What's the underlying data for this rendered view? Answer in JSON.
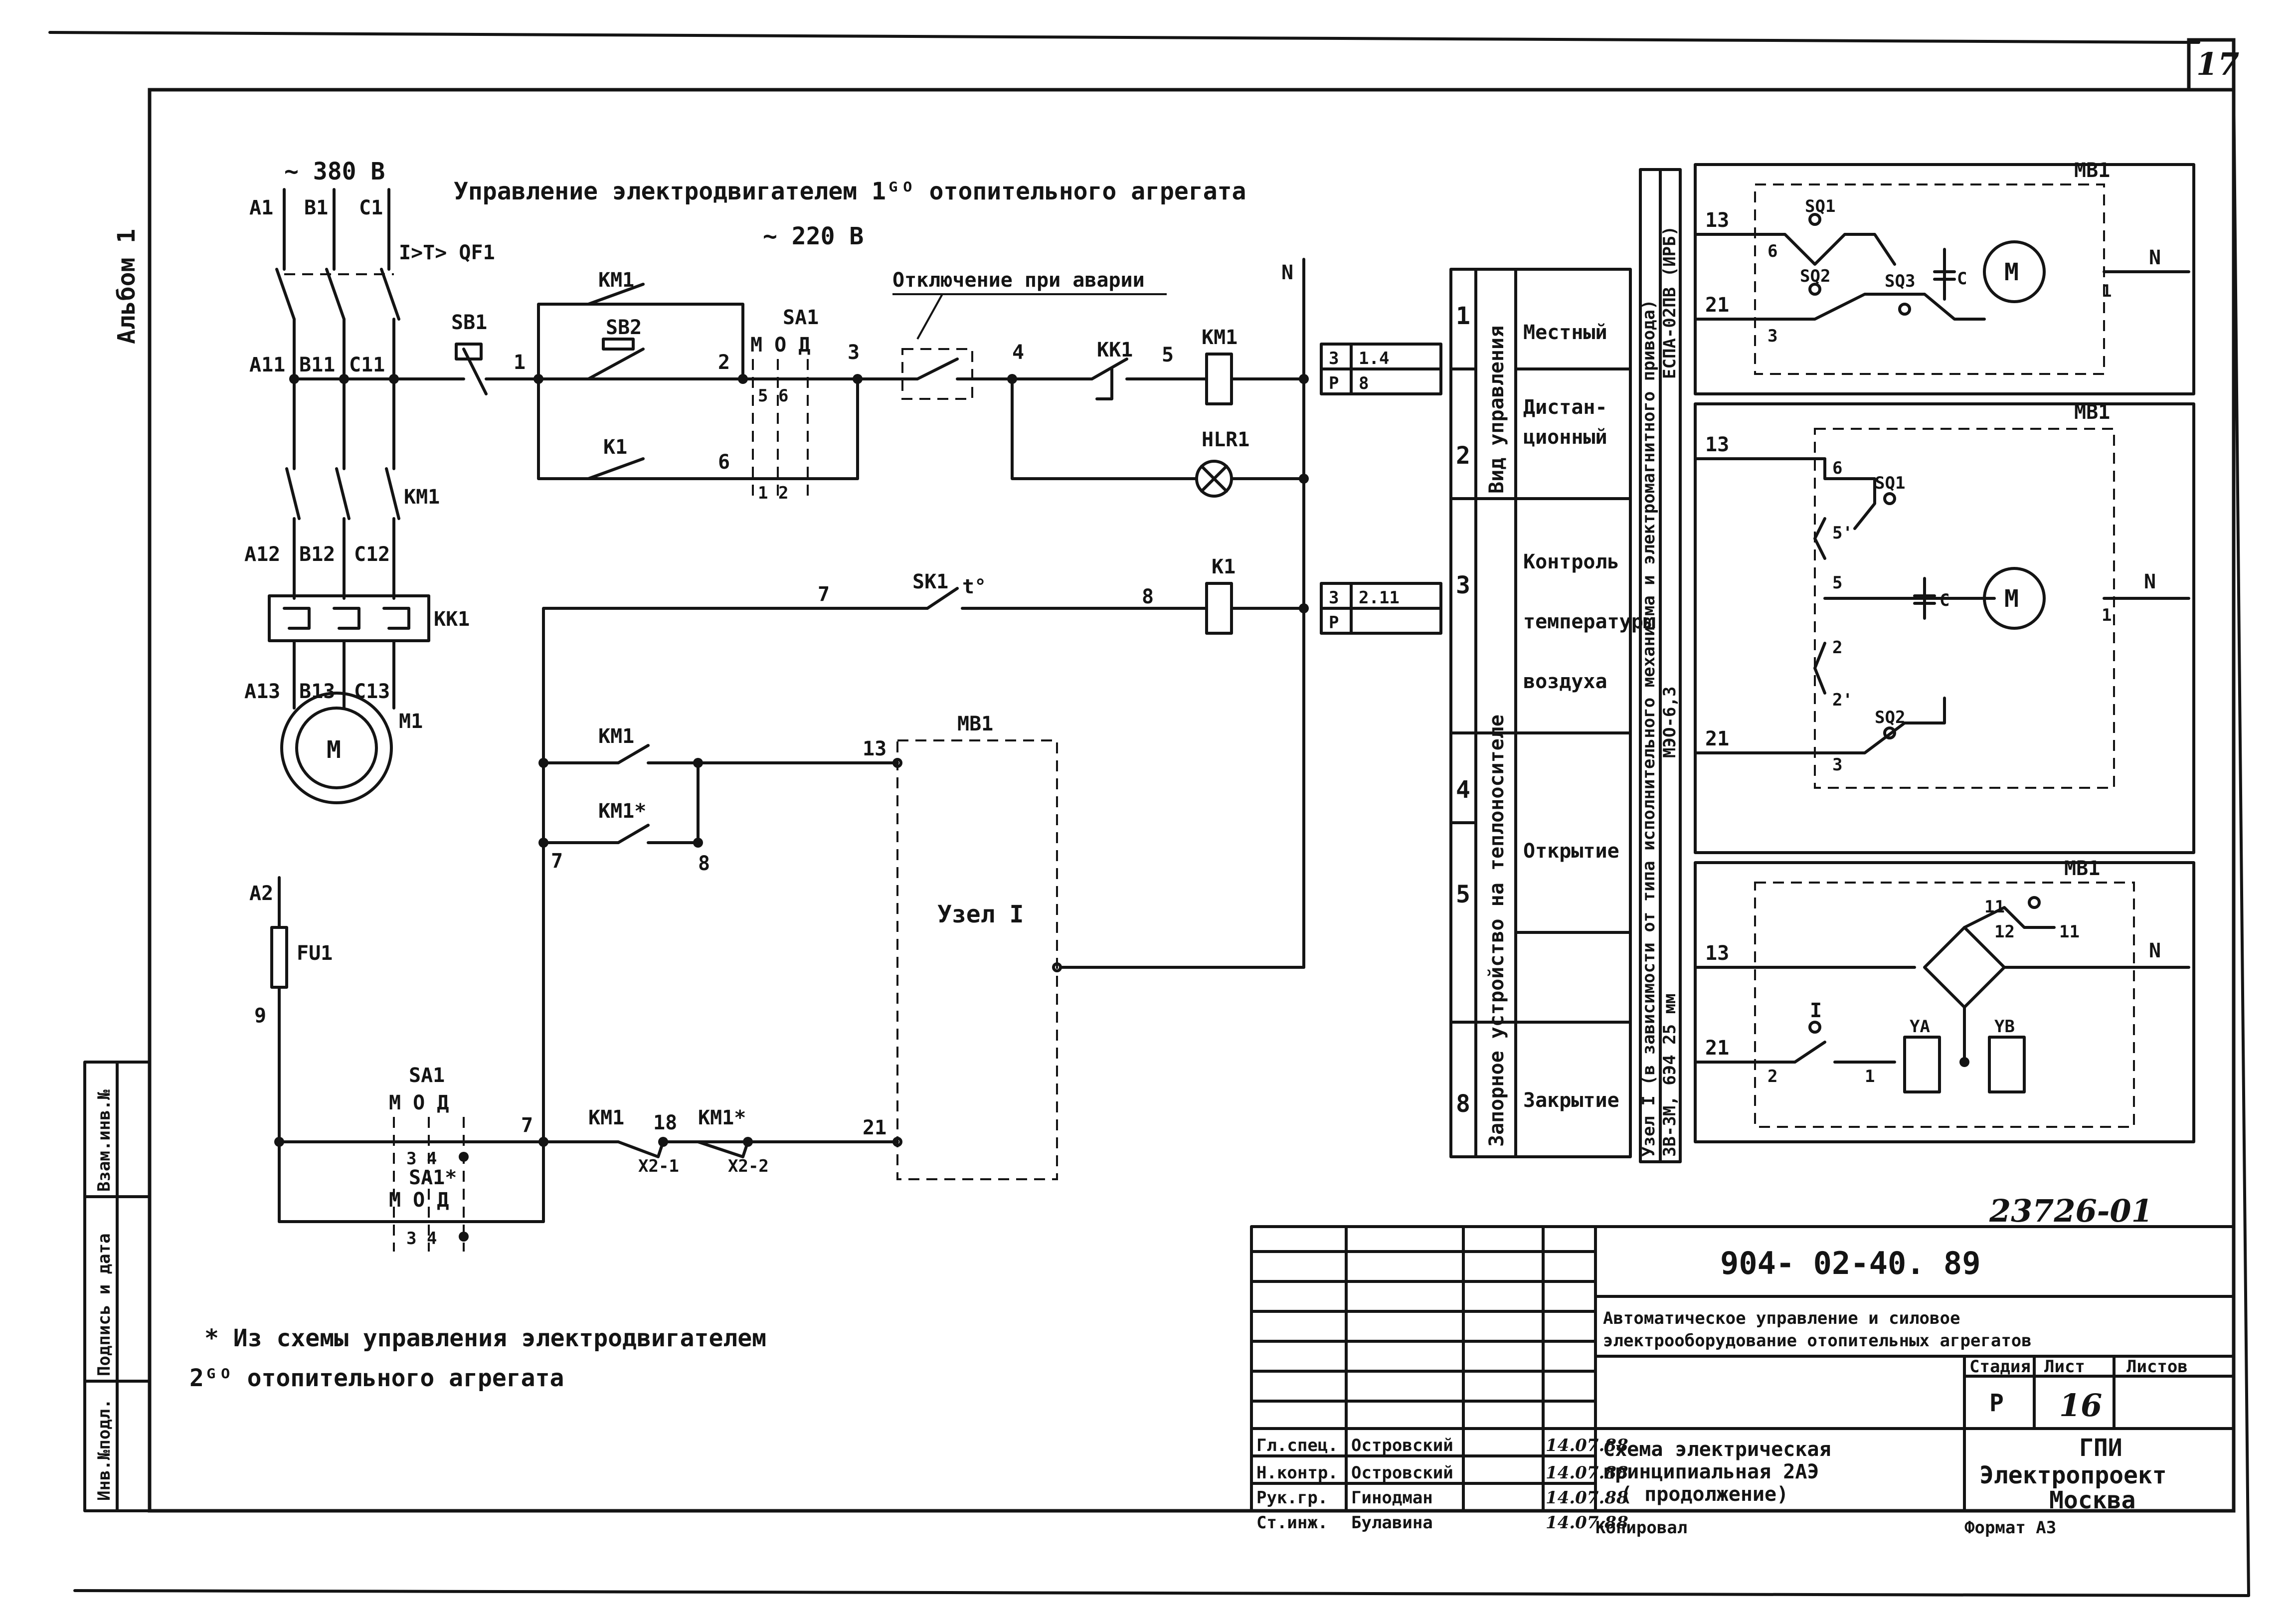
{
  "sheet": {
    "page_number": "17",
    "album_label": "Альбом 1",
    "voltage_supply": "~ 380 В",
    "voltage_control": "~ 220 В",
    "title": "Управление электродвигателем 1ᴳᴼ отопительного агрегата",
    "footnote_line1": "* Из схемы управления электродвигателем",
    "footnote_line2": "2ᴳᴼ отопительного агрегата"
  },
  "power_circuit": {
    "phases_in": [
      "А1",
      "В1",
      "С1"
    ],
    "breaker": "I>T>\nQF1",
    "phases_mid": [
      "А11",
      "В11",
      "С11"
    ],
    "contactor": "КМ1",
    "phases_12": [
      "А12",
      "В12",
      "С12"
    ],
    "thermal_relay": "КК1",
    "phases_13": [
      "А13",
      "В13",
      "С13"
    ],
    "motor": "М",
    "motor_label": "М1",
    "fuse_in": "А2",
    "fuse": "FU1",
    "fuse_out": "9"
  },
  "control_circuit": {
    "sb1": "SB1",
    "sb2": "SB2",
    "km1_top": "КМ1",
    "k1_contact": "К1",
    "sa1": "SA1",
    "sa1_positions": "М О Д",
    "sa1_contacts_top": "5 6",
    "sa1_contacts_bottom": "1 2",
    "emergency_label": "Отключение при аварии",
    "kk1": "КК1",
    "km1_coil": "КМ1",
    "hlr1": "HLR1",
    "n_label": "N",
    "sk1": "SK1",
    "t_symbol": "t°",
    "k1_coil": "К1",
    "km1_contact2": "КМ1",
    "km1_star_contact": "КМ1*",
    "mb1": "МВ1",
    "node": "Узел I",
    "sa1_lower": "SA1",
    "sa1_lower_positions": "М О Д",
    "sa1_lower_contacts": "3 4",
    "sa1_star": "SA1*",
    "sa1_star_positions": "М О Д",
    "sa1_star_contacts": "3 4",
    "km1_bottom": "КМ1",
    "km1_star_bottom": "КМ1*",
    "terminals": [
      "Х2-1",
      "Х2-2"
    ],
    "wire_numbers": {
      "w1": "1",
      "w2": "2",
      "w3": "3",
      "w4": "4",
      "w5": "5",
      "w6": "6",
      "w7": "7",
      "w7b": "7",
      "w8": "8",
      "w8b": "8",
      "w13": "13",
      "w18": "18",
      "w21": "21"
    },
    "ref_km1": [
      "3",
      "1.4",
      "Р",
      "8"
    ],
    "ref_k1": [
      "3",
      "2.11",
      "Р",
      ""
    ]
  },
  "function_table": {
    "rows": [
      {
        "num": "1",
        "text": "Местный"
      },
      {
        "num": "2",
        "text": "Дистан-\nционный"
      },
      {
        "num": "3",
        "text": "Контроль\nтемпературы\nвоздуха"
      },
      {
        "num": "4",
        "text": ""
      },
      {
        "num": "5",
        "text": "Открытие"
      },
      {
        "num": "8",
        "text": "Закрытие"
      }
    ],
    "group_upr": "Вид управления",
    "group_valve": "Запорное устройство на теплоносителе",
    "side_text_1": "Узел I (в зависимости от типа исполнительного механизма и электромагнитного привода)",
    "side_text_2": "ЕСПА-02ПВ (ИРБ)",
    "side_text_3": "МЭО-6,3",
    "side_text_4": "ЗВ-3М, 6Э4 25 мм"
  },
  "node_variants": {
    "mb1_label": "МВ1",
    "v1": {
      "wires": [
        "13",
        "21",
        "N"
      ],
      "terms": [
        "6",
        "3",
        "1"
      ],
      "switches": [
        "SQ1",
        "SQ2",
        "SQ3"
      ],
      "cap": "С",
      "motor": "М"
    },
    "v2": {
      "wires": [
        "13",
        "21",
        "N"
      ],
      "terms": [
        "6",
        "5'",
        "5",
        "2",
        "2'",
        "3",
        "1"
      ],
      "switches": [
        "SQ1",
        "SQ2"
      ],
      "cap": "С",
      "motor": "М"
    },
    "v3": {
      "wires": [
        "13",
        "21",
        "N"
      ],
      "terms": [
        "2",
        "1",
        "11",
        "12",
        "11"
      ],
      "switch": "I",
      "coils": [
        "YA",
        "YB"
      ]
    }
  },
  "title_block": {
    "archive_number": "23726-01",
    "doc_code": "904- 02-40. 89",
    "project_title": "Автоматическое управление и силовое электрооборудование отопительных агрегатов",
    "stage_header": "Стадия",
    "sheet_header": "Лист",
    "sheets_header": "Листов",
    "stage": "Р",
    "sheet": "16",
    "sheets": "",
    "drawing_title": "Схема электрическая принципиальная 2АЭ\n( продолжение)",
    "org": "ГПИ\nЭлектропроект\nМосква",
    "copied": "Копировал",
    "format": "Формат А3",
    "signers": [
      {
        "role": "Гл.спец.",
        "name": "Островский",
        "date": "14.07.88"
      },
      {
        "role": "Н.контр.",
        "name": "Островский",
        "date": "14.07.88"
      },
      {
        "role": "Рук.гр.",
        "name": "Гинодман",
        "date": "14.07.88"
      },
      {
        "role": "Ст.инж.",
        "name": "Булавина",
        "date": "14.07.88"
      }
    ],
    "left_stamp": [
      "Инв.№подл.",
      "Подпись и дата",
      "Взам.инв.№"
    ]
  }
}
